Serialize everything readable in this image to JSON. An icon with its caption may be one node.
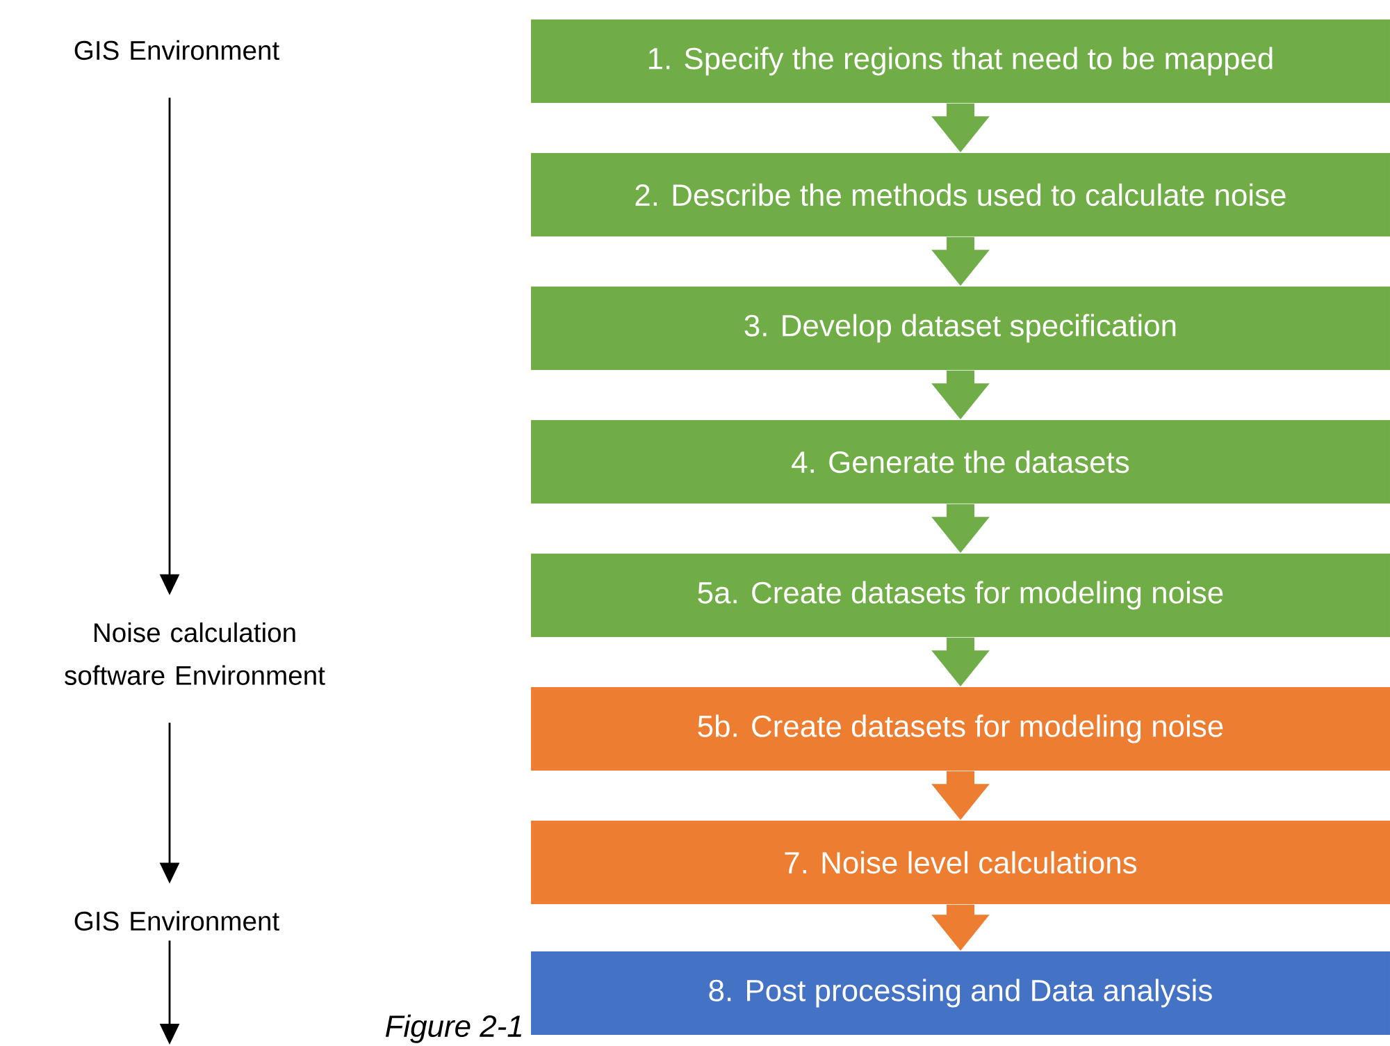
{
  "diagram": {
    "caption": "Figure 2-1",
    "nodes": [
      {
        "text": [
          "1.  Specify the regions that need to be mapped"
        ]
      },
      {
        "text": [
          "2.  Describe the methods used to calculate noise"
        ]
      },
      {
        "text": [
          "3.  Develop dataset specification"
        ]
      },
      {
        "text": [
          "4.  Generate the datasets"
        ]
      },
      {
        "text": [
          "5a.  Create datasets for modeling noise"
        ]
      },
      {
        "text": [
          "5b.  Create datasets for modeling noise"
        ]
      },
      {
        "text": [
          "7.  Noise level calculations"
        ]
      },
      {
        "text": [
          "8. Post processing and Data analysis"
        ]
      },
      {
        "text": [
          "GIS Environment"
        ]
      },
      {
        "text": [
          "Noise calculation software Environment"
        ]
      },
      {
        "text": [
          "GIS Environment"
        ]
      }
    ],
    "edges": [
      {
        "from": 0,
        "to": 1,
        "arrow": "to"
      },
      {
        "from": 1,
        "to": 2,
        "arrow": "to"
      },
      {
        "from": 2,
        "to": 3,
        "arrow": "to"
      },
      {
        "from": 3,
        "to": 4,
        "arrow": "to"
      },
      {
        "from": 4,
        "to": 5,
        "arrow": "to"
      },
      {
        "from": 5,
        "to": 6,
        "arrow": "to",
        "color": "#ed7d31"
      },
      {
        "from": 6,
        "to": 7,
        "arrow": "to",
        "color": "#ed7d31"
      },
      {
        "from": 8,
        "to": 9,
        "arrow": "to",
        "color": "#000000"
      },
      {
        "from": 9,
        "to": 10,
        "arrow": "to",
        "color": "#000000"
      },
      {
        "from": 10,
        "to": null,
        "arrow": "to",
        "color": "#000000"
      }
    ]
  }
}
